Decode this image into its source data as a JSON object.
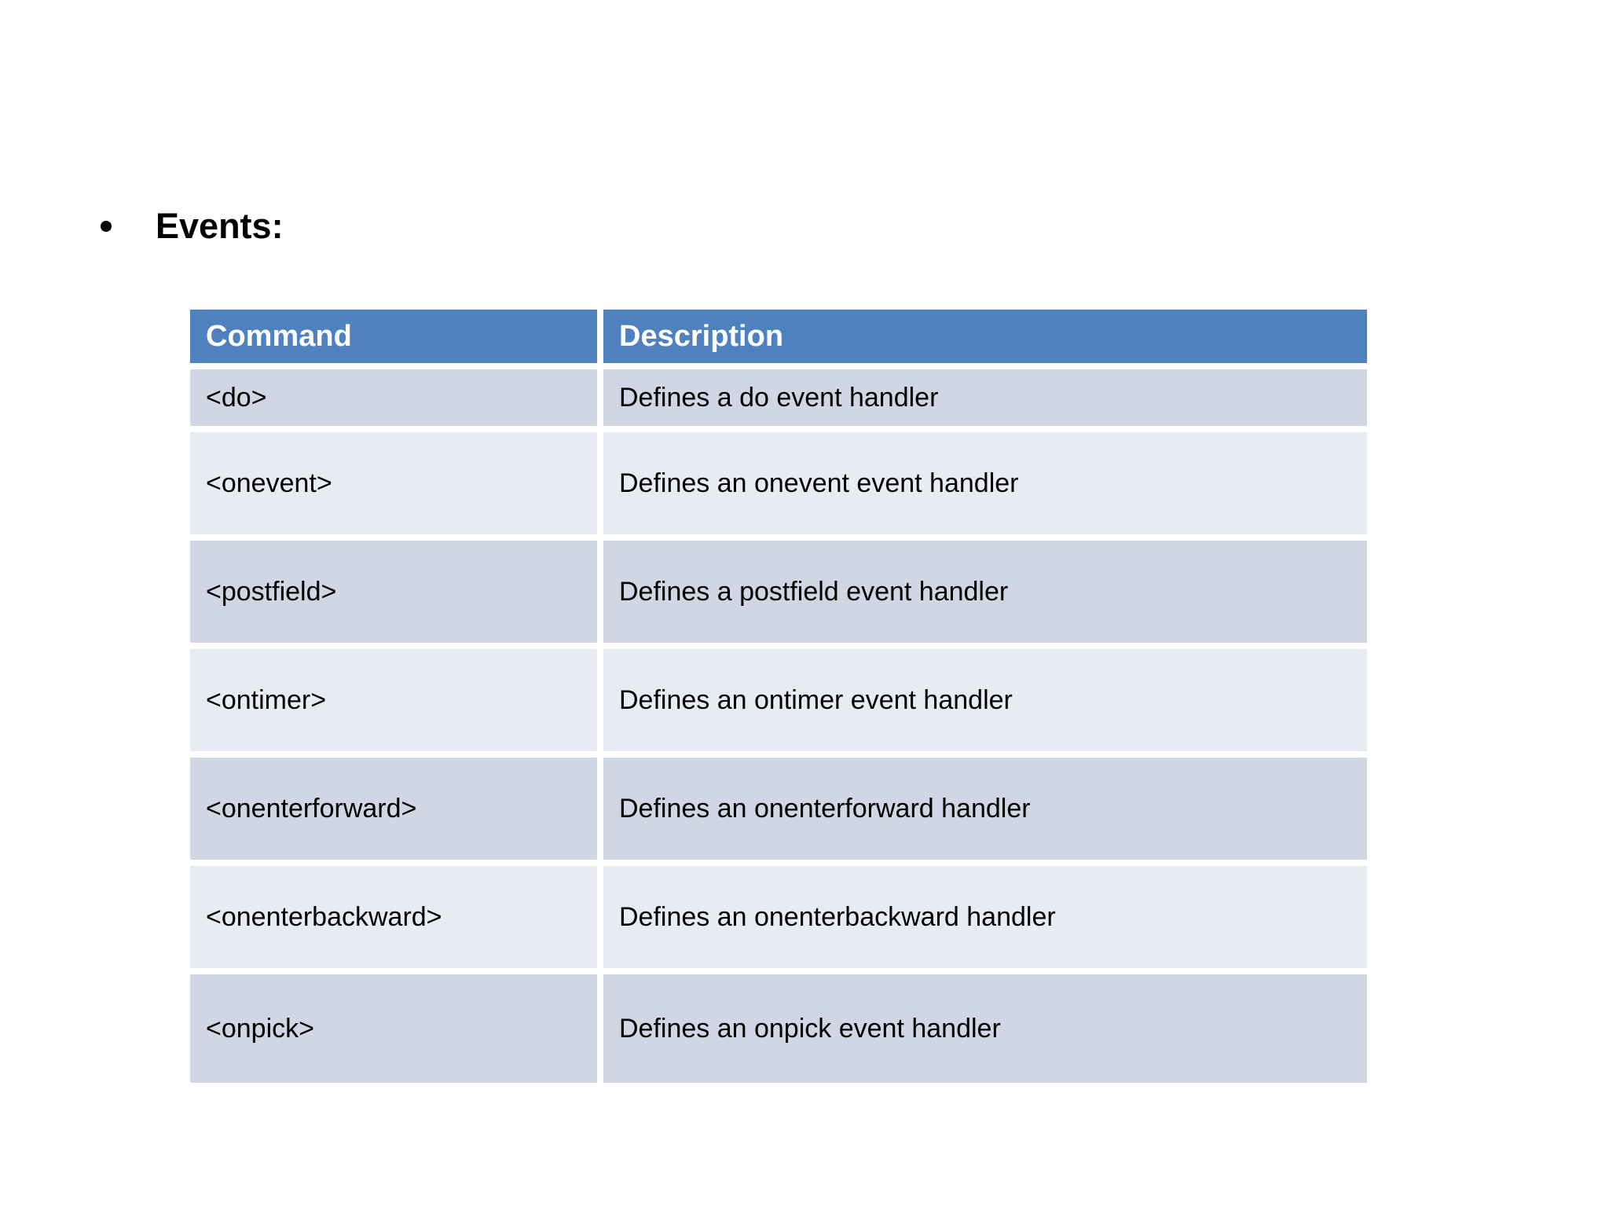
{
  "slide": {
    "heading": "Events:",
    "table": {
      "columns": {
        "command": "Command",
        "description": "Description"
      },
      "rows": [
        {
          "command": "<do>",
          "description": "Defines a do event handler"
        },
        {
          "command": "<onevent>",
          "description": "Defines an onevent event handler"
        },
        {
          "command": "<postfield>",
          "description": "Defines a postfield event handler"
        },
        {
          "command": "<ontimer>",
          "description": "Defines an ontimer event handler"
        },
        {
          "command": "<onenterforward>",
          "description": "Defines an onenterforward handler"
        },
        {
          "command": "<onenterbackward>",
          "description": "Defines an onenterbackward handler"
        },
        {
          "command": "<onpick>",
          "description": "Defines an onpick event handler"
        }
      ]
    },
    "colors": {
      "header_bg": "#4E81BD",
      "header_text": "#FFFFFF",
      "row_dark": "#D0D6E4",
      "row_light": "#E9EBF3",
      "cell_text": "#000000",
      "page_bg": "#FFFFFF",
      "gap": "#FFFFFF"
    }
  }
}
